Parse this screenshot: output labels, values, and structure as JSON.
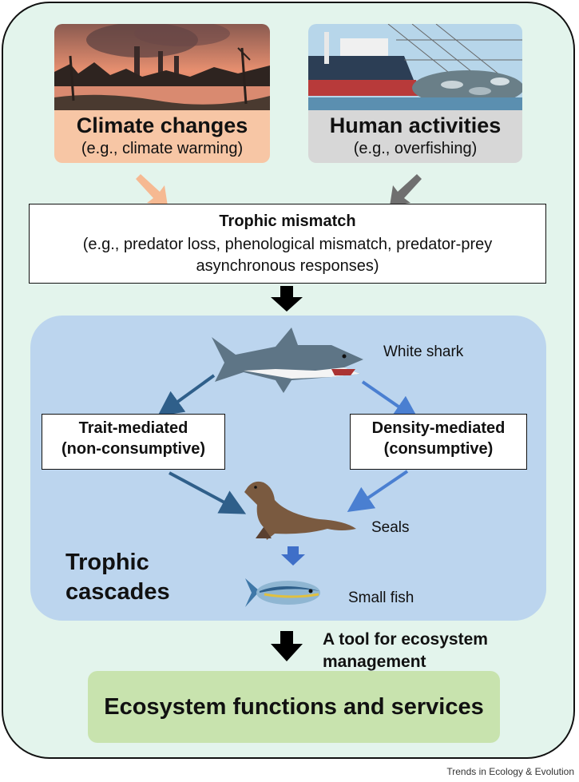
{
  "sources": {
    "climate": {
      "title": "Climate changes",
      "example": "(e.g., climate warming)",
      "color": "#f7c6a5",
      "arrow_color": "#f6b992"
    },
    "human": {
      "title": "Human activities",
      "example": "(e.g., overfishing)",
      "color": "#d7d7d7",
      "arrow_color": "#6f6f6f"
    }
  },
  "mismatch": {
    "title": "Trophic mismatch",
    "description": "(e.g., predator loss, phenological mismatch, predator-prey asynchronous responses)"
  },
  "cascade": {
    "title_line1": "Trophic",
    "title_line2": "cascades",
    "trait": {
      "line1": "Trait-mediated",
      "line2": "(non-consumptive)",
      "arrow_color": "#2f5f8a"
    },
    "density": {
      "line1": "Density-mediated",
      "line2": "(consumptive)",
      "arrow_color": "#4a7fd1"
    },
    "species": {
      "predator": "White shark",
      "mesopredator": "Seals",
      "prey": "Small fish"
    }
  },
  "outcome": {
    "tool_line1": "A tool for ecosystem",
    "tool_line2": "management",
    "ecosystem": "Ecosystem functions and services",
    "color": "#c8e3ae"
  },
  "footer": "Trends in Ecology & Evolution"
}
